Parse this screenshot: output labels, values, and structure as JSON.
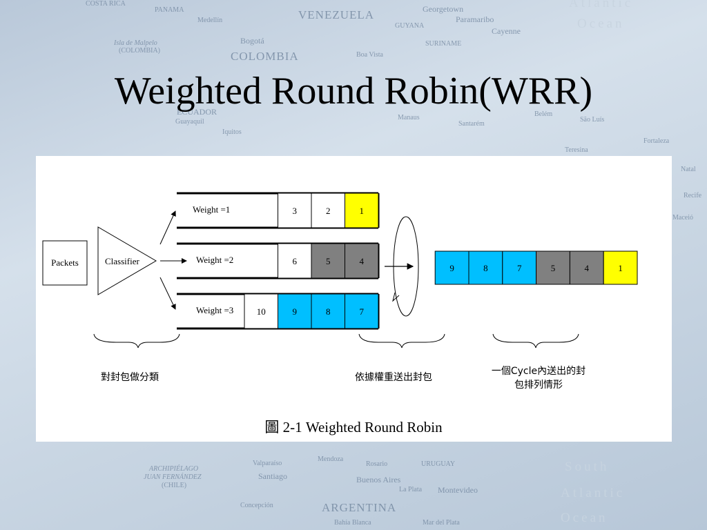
{
  "slide": {
    "title": "Weighted Round Robin(WRR)"
  },
  "background_map_labels": [
    {
      "text": "COSTA RICA",
      "cls": "small"
    },
    {
      "text": "PANAMA",
      "cls": "small"
    },
    {
      "text": "Medellín",
      "cls": "small"
    },
    {
      "text": "VENEZUELA",
      "cls": "big"
    },
    {
      "text": "Georgetown",
      "cls": "med"
    },
    {
      "text": "Paramaribo",
      "cls": "med"
    },
    {
      "text": "Cayenne",
      "cls": "med"
    },
    {
      "text": "GUYANA",
      "cls": "small"
    },
    {
      "text": "SURINAME",
      "cls": "small"
    },
    {
      "text": "Isla de Malpelo",
      "cls": "small"
    },
    {
      "text": "(COLOMBIA)",
      "cls": "small"
    },
    {
      "text": "Bogotá",
      "cls": "med"
    },
    {
      "text": "COLOMBIA",
      "cls": "big"
    },
    {
      "text": "Boa Vista",
      "cls": "small"
    },
    {
      "text": "ECUADOR",
      "cls": "med"
    },
    {
      "text": "Guayaquil",
      "cls": "small"
    },
    {
      "text": "Iquitos",
      "cls": "small"
    },
    {
      "text": "Manaus",
      "cls": "small"
    },
    {
      "text": "Santarém",
      "cls": "small"
    },
    {
      "text": "Belém",
      "cls": "small"
    },
    {
      "text": "São Luís",
      "cls": "small"
    },
    {
      "text": "Fortaleza",
      "cls": "small"
    },
    {
      "text": "Teresina",
      "cls": "small"
    },
    {
      "text": "Natal",
      "cls": "small"
    },
    {
      "text": "Recife",
      "cls": "small"
    },
    {
      "text": "Maceió",
      "cls": "small"
    },
    {
      "text": "Atlantic",
      "cls": "ocean"
    },
    {
      "text": "Ocean",
      "cls": "ocean"
    },
    {
      "text": "ARCHIPIÉLAGO",
      "cls": "small"
    },
    {
      "text": "JUAN FERNÁNDEZ",
      "cls": "small"
    },
    {
      "text": "(CHILE)",
      "cls": "small"
    },
    {
      "text": "Valparaíso",
      "cls": "small"
    },
    {
      "text": "Santiago",
      "cls": "med"
    },
    {
      "text": "Mendoza",
      "cls": "small"
    },
    {
      "text": "Rosario",
      "cls": "small"
    },
    {
      "text": "URUGUAY",
      "cls": "small"
    },
    {
      "text": "Buenos Aires",
      "cls": "med"
    },
    {
      "text": "La Plata",
      "cls": "small"
    },
    {
      "text": "Montevideo",
      "cls": "med"
    },
    {
      "text": "Concepción",
      "cls": "small"
    },
    {
      "text": "ARGENTINA",
      "cls": "big"
    },
    {
      "text": "Bahía Blanca",
      "cls": "small"
    },
    {
      "text": "Mar del Plata",
      "cls": "small"
    },
    {
      "text": "South",
      "cls": "ocean"
    },
    {
      "text": "Atlantic",
      "cls": "ocean"
    },
    {
      "text": "Ocean",
      "cls": "ocean"
    }
  ],
  "diagram": {
    "packets_label": "Packets",
    "classifier_label": "Classifier",
    "queues": [
      {
        "weight_label": "Weight =1",
        "cells": [
          "3",
          "2",
          "1"
        ],
        "colors": [
          "#ffffff",
          "#ffffff",
          "#ffff00"
        ]
      },
      {
        "weight_label": "Weight =2",
        "cells": [
          "6",
          "5",
          "4"
        ],
        "colors": [
          "#ffffff",
          "#808080",
          "#808080"
        ]
      },
      {
        "weight_label": "Weight =3",
        "cells": [
          "10",
          "9",
          "8",
          "7"
        ],
        "colors": [
          "#ffffff",
          "#00bfff",
          "#00bfff",
          "#00bfff"
        ]
      }
    ],
    "output_sequence": {
      "cells": [
        "9",
        "8",
        "7",
        "5",
        "4",
        "1"
      ],
      "colors": [
        "#00bfff",
        "#00bfff",
        "#00bfff",
        "#808080",
        "#808080",
        "#ffff00"
      ]
    },
    "annotations": {
      "classify": "對封包做分類",
      "send_by_weight": "依據權重送出封包",
      "cycle_line1": "一個Cycle內送出的封",
      "cycle_line2": "包排列情形"
    },
    "caption": "圖 2-1 Weighted Round Robin"
  }
}
